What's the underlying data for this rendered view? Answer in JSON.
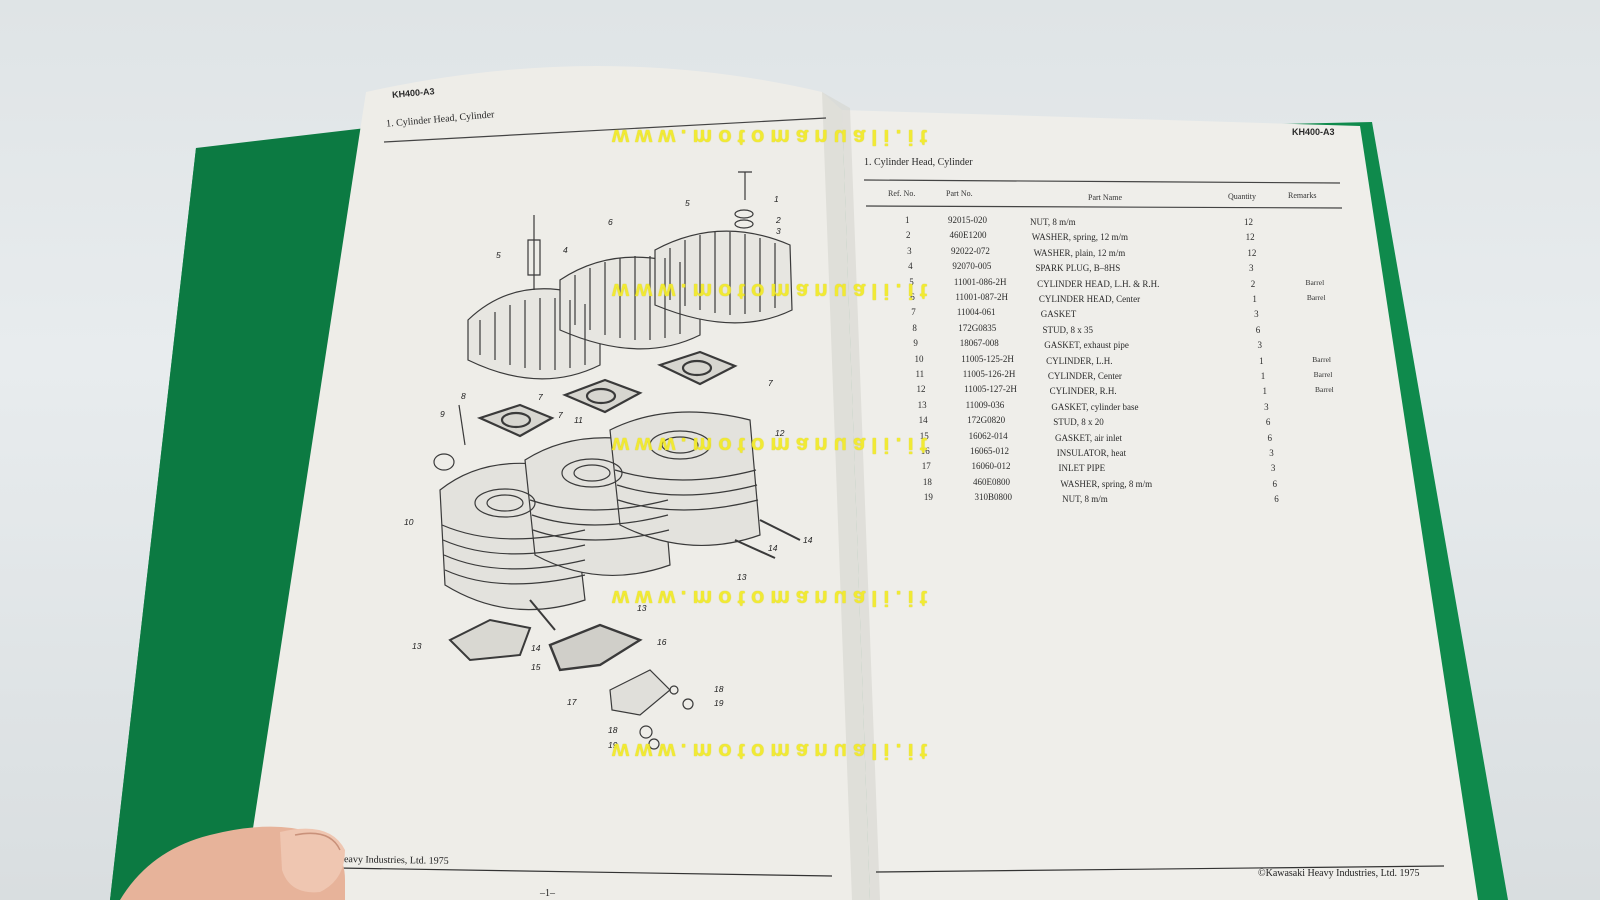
{
  "left_page": {
    "model_code": "KH400-A3",
    "section_title": "1.   Cylinder Head, Cylinder",
    "footer": "eavy Industries, Ltd. 1975",
    "page_number": "–1–"
  },
  "right_page": {
    "model_code": "KH400-A3",
    "section_title": "1.   Cylinder Head, Cylinder",
    "footer": "©Kawasaki Heavy Industries, Ltd. 1975",
    "table": {
      "headers": [
        "Ref. No.",
        "Part No.",
        "Part Name",
        "Quantity",
        "Remarks"
      ],
      "rows": [
        {
          "ref": "1",
          "part": "92015-020",
          "name": "NUT, 8 m/m",
          "qty": "12",
          "rem": ""
        },
        {
          "ref": "2",
          "part": "460E1200",
          "name": "WASHER, spring, 12 m/m",
          "qty": "12",
          "rem": ""
        },
        {
          "ref": "3",
          "part": "92022-072",
          "name": "WASHER, plain, 12 m/m",
          "qty": "12",
          "rem": ""
        },
        {
          "ref": "4",
          "part": "92070-005",
          "name": "SPARK PLUG, B–8HS",
          "qty": "3",
          "rem": ""
        },
        {
          "ref": "5",
          "part": "11001-086-2H",
          "name": "CYLINDER HEAD, L.H. & R.H.",
          "qty": "2",
          "rem": "Barrel"
        },
        {
          "ref": "6",
          "part": "11001-087-2H",
          "name": "CYLINDER HEAD, Center",
          "qty": "1",
          "rem": "Barrel"
        },
        {
          "ref": "7",
          "part": "11004-061",
          "name": "GASKET",
          "qty": "3",
          "rem": ""
        },
        {
          "ref": "8",
          "part": "172G0835",
          "name": "STUD, 8 x 35",
          "qty": "6",
          "rem": ""
        },
        {
          "ref": "9",
          "part": "18067-008",
          "name": "GASKET, exhaust pipe",
          "qty": "3",
          "rem": ""
        },
        {
          "ref": "10",
          "part": "11005-125-2H",
          "name": "CYLINDER, L.H.",
          "qty": "1",
          "rem": "Barrel"
        },
        {
          "ref": "11",
          "part": "11005-126-2H",
          "name": "CYLINDER, Center",
          "qty": "1",
          "rem": "Barrel"
        },
        {
          "ref": "12",
          "part": "11005-127-2H",
          "name": "CYLINDER, R.H.",
          "qty": "1",
          "rem": "Barrel"
        },
        {
          "ref": "13",
          "part": "11009-036",
          "name": "GASKET, cylinder base",
          "qty": "3",
          "rem": ""
        },
        {
          "ref": "14",
          "part": "172G0820",
          "name": "STUD, 8 x 20",
          "qty": "6",
          "rem": ""
        },
        {
          "ref": "15",
          "part": "16062-014",
          "name": "GASKET, air inlet",
          "qty": "6",
          "rem": ""
        },
        {
          "ref": "16",
          "part": "16065-012",
          "name": "INSULATOR, heat",
          "qty": "3",
          "rem": ""
        },
        {
          "ref": "17",
          "part": "16060-012",
          "name": "INLET PIPE",
          "qty": "3",
          "rem": ""
        },
        {
          "ref": "18",
          "part": "460E0800",
          "name": "WASHER, spring, 8 m/m",
          "qty": "6",
          "rem": ""
        },
        {
          "ref": "19",
          "part": "310B0800",
          "name": "NUT, 8 m/m",
          "qty": "6",
          "rem": ""
        }
      ]
    }
  },
  "watermark": "www.motomanuali.it",
  "diagram_callouts": [
    "1",
    "2",
    "3",
    "4",
    "5",
    "6",
    "5",
    "7",
    "7",
    "7",
    "8",
    "9",
    "11",
    "12",
    "10",
    "14",
    "14",
    "13",
    "13",
    "13",
    "14",
    "16",
    "15",
    "18",
    "17",
    "19",
    "18",
    "19"
  ],
  "colors": {
    "folder_green": "#0f8a4c",
    "paper": "#efeeea",
    "watermark_yellow": "#f2ea2a",
    "background": "#e3e7e9"
  }
}
